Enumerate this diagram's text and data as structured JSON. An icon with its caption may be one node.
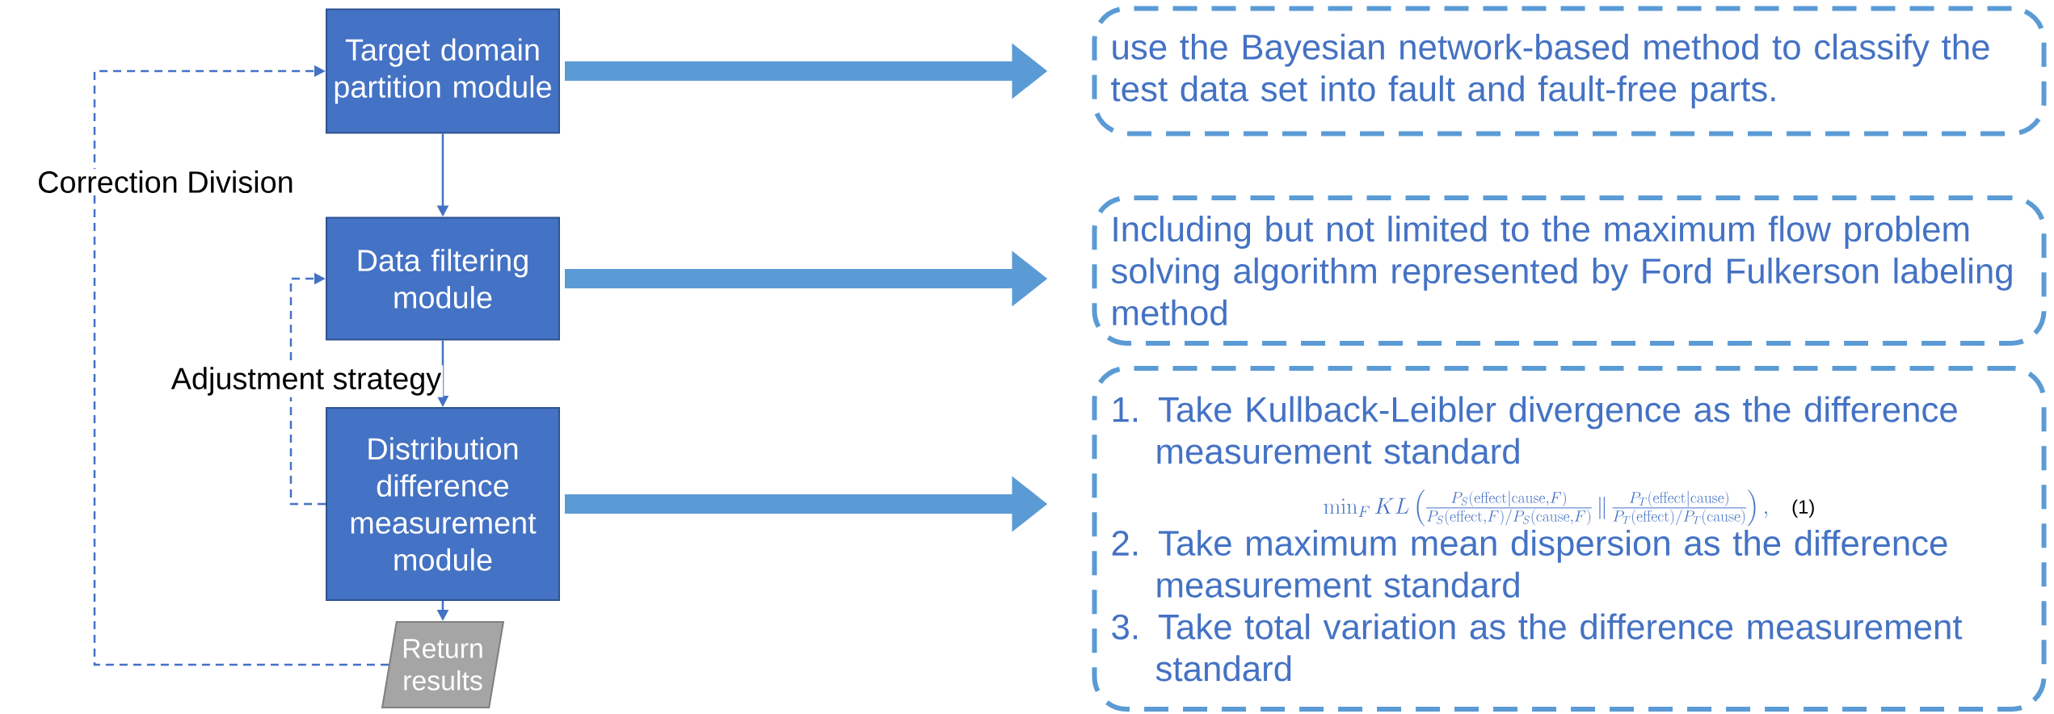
{
  "diagram": {
    "nodes": [
      {
        "text": [
          "Target domain partition module"
        ]
      },
      {
        "text": [
          "Data filtering module"
        ]
      },
      {
        "text": [
          "Distribution difference measurement module"
        ]
      },
      {
        "text": [
          "Return results"
        ]
      },
      {
        "text": [
          "use the Bayesian network-based method to classify the test data set into fault and fault-free parts."
        ]
      },
      {
        "text": [
          "Including but not limited to the maximum flow problem solving algorithm represented by Ford Fulkerson labeling method"
        ]
      },
      {
        "text": [
          "1. Take Kullback-Leibler divergence as the difference measurement standard",
          "\\min_{F} KL\\left(\\frac{P_S(\\mathrm{effect}|\\mathrm{cause},F)}{P_S(\\mathrm{effect},F)/P_S(\\mathrm{cause},F)}\\,\\|\\,\\frac{P_T(\\mathrm{effect}|\\mathrm{cause})}{P_T(\\mathrm{effect})/P_T(\\mathrm{cause})}\\right),",
          "(1)",
          "2. Take maximum mean dispersion as the difference measurement standard",
          "3. Take total variation as the difference measurement standard"
        ]
      }
    ],
    "edges": [
      {
        "from": 0,
        "to": 1,
        "arrow": "to"
      },
      {
        "from": 1,
        "to": 2,
        "arrow": "to"
      },
      {
        "from": 2,
        "to": 3,
        "arrow": "to"
      },
      {
        "from": 3,
        "to": 0,
        "arrow": "to",
        "style": "dashed",
        "label": "Correction Division"
      },
      {
        "from": 2,
        "to": 1,
        "arrow": "to",
        "style": "dashed",
        "label": "Adjustment strategy"
      },
      {
        "from": 0,
        "to": 4,
        "arrow": "to",
        "style": "thick",
        "color": "#5b9bd5"
      },
      {
        "from": 1,
        "to": 5,
        "arrow": "to",
        "style": "thick",
        "color": "#5b9bd5"
      },
      {
        "from": 2,
        "to": 6,
        "arrow": "to",
        "style": "thick",
        "color": "#5b9bd5"
      }
    ]
  }
}
